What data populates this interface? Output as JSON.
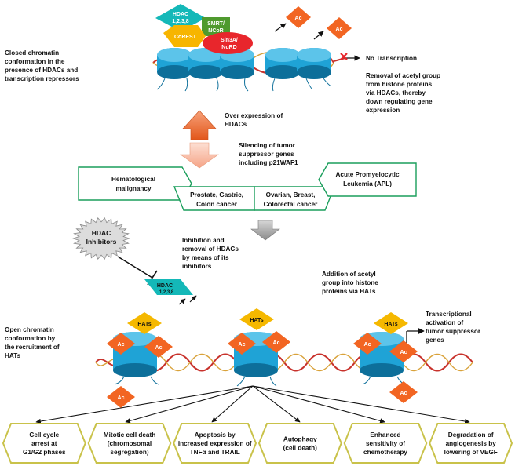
{
  "top": {
    "hdac_line1": "HDAC",
    "hdac_line2": "1,2,3,8",
    "smrt_line1": "SMRT/",
    "smrt_line2": "NCoR",
    "corest": "CoREST",
    "sin3a_line1": "Sin3A/",
    "sin3a_line2": "NuRD",
    "ac": "Ac",
    "no_transcription": "No Transcription",
    "closed_label": [
      "Closed chromatin",
      "conformation in the",
      "presence of HDACs and",
      "transcription repressors"
    ],
    "removal_label": [
      "Removal of acetyl group",
      "from histone proteins",
      "via HDACs, thereby",
      "down regulating gene",
      "expression"
    ]
  },
  "middle": {
    "overexpression_label": [
      "Over expression of",
      "HDACs"
    ],
    "silencing_label": [
      "Silencing of tumor",
      "suppressor genes",
      "including p21WAF1"
    ],
    "cancer_boxes": [
      {
        "lines": [
          "Hematological",
          "malignancy"
        ]
      },
      {
        "lines": [
          "Prostate, Gastric,",
          "Colon cancer"
        ]
      },
      {
        "lines": [
          "Ovarian, Breast,",
          "Colorectal cancer"
        ]
      },
      {
        "lines": [
          "Acute Promyelocytic",
          "Leukemia (APL)"
        ]
      }
    ],
    "inhibitors_line1": "HDAC",
    "inhibitors_line2": "Inhibitors",
    "inhibition_label": [
      "Inhibition and",
      "removal of HDACs",
      "by means of its",
      "inhibitors"
    ],
    "addition_label": [
      "Addition of acetyl",
      "group into histone",
      "proteins via HATs"
    ]
  },
  "bottom": {
    "hdac_line1": "HDAC",
    "hdac_line2": "1,2,3,8",
    "hats": "HATs",
    "ac": "Ac",
    "open_label": [
      "Open chromatin",
      "conformation by",
      "the recruitment of",
      "HATs"
    ],
    "transcriptional_label": [
      "Transcriptional",
      "activation of",
      "tumor suppressor",
      "genes"
    ]
  },
  "outcomes": [
    {
      "lines": [
        "Cell cycle",
        "arrest at",
        "G1/G2 phases"
      ]
    },
    {
      "lines": [
        "Mitotic cell death",
        "(chromosomal",
        "segregation)"
      ]
    },
    {
      "lines": [
        "Apoptosis by",
        "increased expression of",
        "TNFα and TRAIL"
      ]
    },
    {
      "lines": [
        "Autophagy",
        "(cell death)"
      ]
    },
    {
      "lines": [
        "Enhanced",
        "sensitivity of",
        "chemotherapy"
      ]
    },
    {
      "lines": [
        "Degradation of",
        "angiogenesis by",
        "lowering of VEGF"
      ]
    }
  ],
  "colors": {
    "histone": "#1fa3d6",
    "histone_dark": "#0d6f9a",
    "ac_orange": "#f26522",
    "hdac_teal": "#14b8b8",
    "hats_yellow": "#f5b800",
    "corest_yellow": "#f7b500",
    "smrt_green": "#4f9a2e",
    "sin3a_red": "#e8262c",
    "dna_red": "#c8322c",
    "cancer_border": "#1a9e5b",
    "outcome_border": "#c9c24a"
  }
}
